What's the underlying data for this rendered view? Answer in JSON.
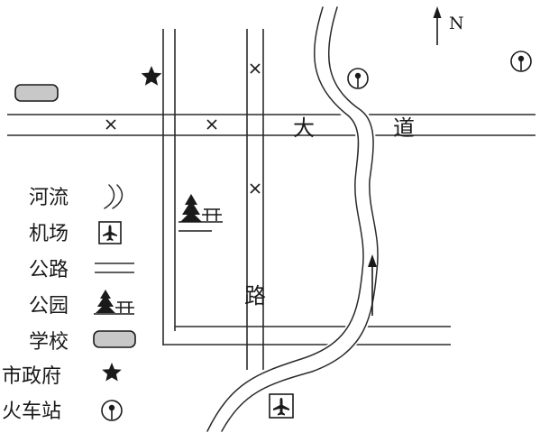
{
  "north_label": "N",
  "roads": {
    "avenue_char_1": "大",
    "avenue_char_2": "道",
    "road_char": "路"
  },
  "legend": {
    "river": "河流",
    "airport": "机场",
    "highway": "公路",
    "park": "公园",
    "school": "学校",
    "city_hall": "市政府",
    "train_station": "火车站"
  },
  "icons": {
    "river": "river-icon",
    "airport": "airport-icon",
    "highway": "highway-icon",
    "park": "park-icon",
    "school": "school-icon",
    "city_hall": "star-icon",
    "train_station": "train-station-icon",
    "north": "north-arrow-icon",
    "flow": "flow-arrow-icon",
    "crossing": "x-mark-icon"
  },
  "colors": {
    "ink": "#1a1a1a",
    "school_fill": "#c8c8c8",
    "background": "#ffffff"
  }
}
